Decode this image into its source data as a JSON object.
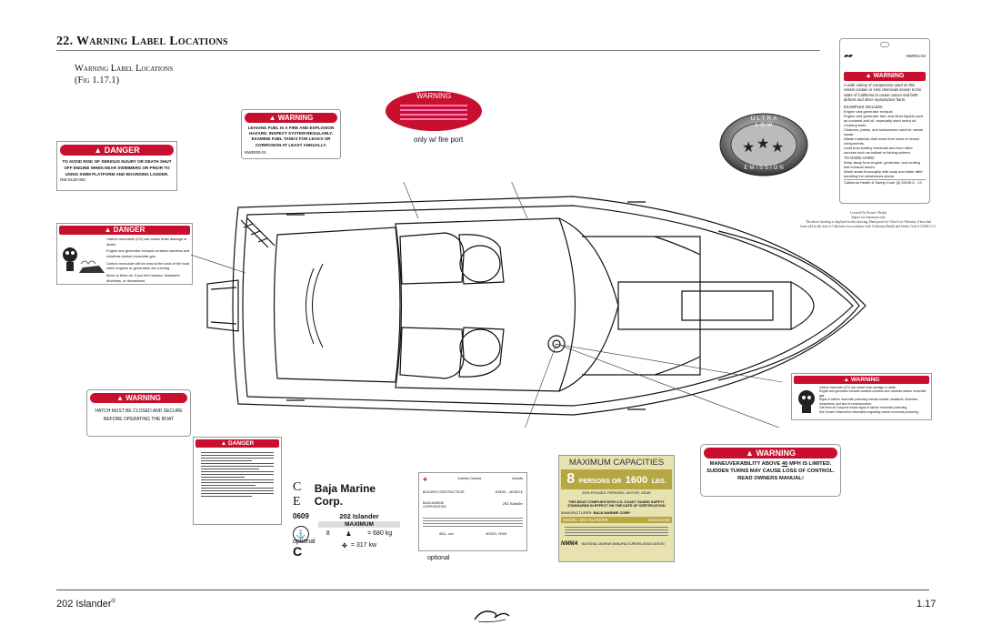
{
  "header": {
    "title": "22. Warning Label Locations",
    "subtitle": "Warning Label Locations",
    "fig": "(Fig 1.17.1)"
  },
  "labels": {
    "fuel": {
      "heading": "WARNING",
      "body": "LEAKING FUEL IS A FIRE AND EXPLOSION HAZARD. INSPECT SYSTEM REGULARLY. EXAMINE FUEL TANKS FOR LEAKS OR CORROSION AT LEAST ANNUALLY.",
      "code": "NW8000-01"
    },
    "port_warning": {
      "heading": "WARNING",
      "note": "only w/ fire port"
    },
    "danger_engine": {
      "heading": "DANGER",
      "body": "TO AVOID RISK OF SERIOUS INJURY OR DEATH SHUT OFF ENGINE WHEN NEAR SWIMMERS OR PRIOR TO USING SWIM PLATFORM AND BOARDING LADDER.",
      "code": "NW-0128-000"
    },
    "danger_co": {
      "heading": "DANGER",
      "lines": [
        "Carbon monoxide (CO) can cause brain damage or death.",
        "Engine and generator exhaust contains odorless and colorless carbon monoxide gas.",
        "Carbon monoxide will be around the back of the boat when engines or generators are running.",
        "Move to fresh air, if you feel nausea, headache, dizziness, or drowsiness."
      ]
    },
    "hatch": {
      "heading": "WARNING",
      "body": "HATCH MUST BE CLOSED AND SECURE BEFORE OPERATING THE BOAT"
    },
    "prop65": {
      "code": "NW001-04",
      "heading": "WARNING",
      "intro": "A wide variety of components used on this vessel contain or emit chemicals known to the State of California to cause cancer and birth defects and other reproductive harm.",
      "examples_heading": "EXAMPLES INCLUDE:",
      "examples": [
        "Engine and generator exhaust",
        "Engine and generator fuel, and other liquids such as coolants and oil, especially used motor oil.",
        "Cooking fuels.",
        "Cleaners, paints, and substances used for vessel repair.",
        "Waste materials that result from wear of vessel components.",
        "Lead from battery terminals and from other sources such as ballast or fishing sinkers."
      ],
      "avoid_heading": "TO AVOID HARM:",
      "avoid": [
        "Keep away from engine, generator, and cooling fuel exhaust fumes.",
        "Wash areas thoroughly with soap and water after handling the substances above."
      ],
      "footer": "California Health & Safety Code §§ 25249.5 - 13"
    },
    "ultra_low": {
      "top": "ULTRA LOW",
      "bottom": "EMISSION"
    },
    "carb_note": {
      "lines": [
        "Located On Owner's Packet",
        "Import for emissions only",
        "The above drawing is displayed in this drawing, Hand proof for Ultra-Low Warranty if boat had",
        "been sold in the state of California in accordance with California Health and Safety Code § 25249.5-13."
      ]
    },
    "co_right": {
      "heading": "WARNING",
      "lines": [
        "Carbon monoxide (CO) can cause brain damage or death.",
        "Engine and generator exhaust contains odorless and colorless carbon monoxide gas.",
        "Signs of carbon monoxide poisoning include nausea, headache, dizziness, drowsiness, and lack of consciousness.",
        "Get fresh air if anyone shows signs of carbon monoxide poisoning.",
        "See Owner's Manual for information regarding carbon monoxide poisoning."
      ]
    },
    "maneuver": {
      "heading": "WARNING",
      "line1_pre": "MANEUVERABILITY ABOVE",
      "speed": "40",
      "line1_post": "MPH IS LIMITED.",
      "line2": "SUDDEN TURNS MAY CAUSE LOSS OF CONTROL.",
      "line3": "READ OWNERS MANUAL!"
    },
    "danger_small": {
      "heading": "DANGER"
    },
    "ce": {
      "brand": "Baja Marine Corp.",
      "code": "0609",
      "model": "202 Islander",
      "max": "MAXIMUM",
      "persons": "8",
      "weight": "= 680 kg",
      "power": "= 317 kw",
      "letter": "C",
      "optional": "optional"
    },
    "cert": {
      "col1": "Industry Canada",
      "col2": "Canada",
      "row1": "BUILDER CONSTRUCTEUR",
      "row1b": "MODEL - MODELE",
      "row2": "BAJA MARINE CORPORATION",
      "row2b": "202 Islander",
      "bottom": "INDL. mm",
      "bottomb": "MODEL YEAR",
      "optional": "optional"
    },
    "capacity": {
      "title": "MAXIMUM CAPACITIES",
      "persons_num": "8",
      "persons_text": "PERSONS OR",
      "pounds": "1600",
      "lbs": "LBS.",
      "sub": "2000 POUNDS, PERSONS, MOTOR, GEAR",
      "comply": "THIS BOAT COMPLIES WITH U.S. COAST GUARD SAFETY STANDARDS IN EFFECT ON THE DATE OF CERTIFICATION",
      "mfr_label": "MANUFACTURER:",
      "mfr": "BAJA MARINE CORP.",
      "model_label": "MODEL:",
      "model": "202 ISLANDER",
      "serial": "Sozuma-OK",
      "nmma": "NMMA",
      "assoc": "NATIONAL MARINE MANUFACTURERS ASSOCIATION"
    }
  },
  "footer": {
    "model": "202 Islander",
    "page": "1.17"
  }
}
